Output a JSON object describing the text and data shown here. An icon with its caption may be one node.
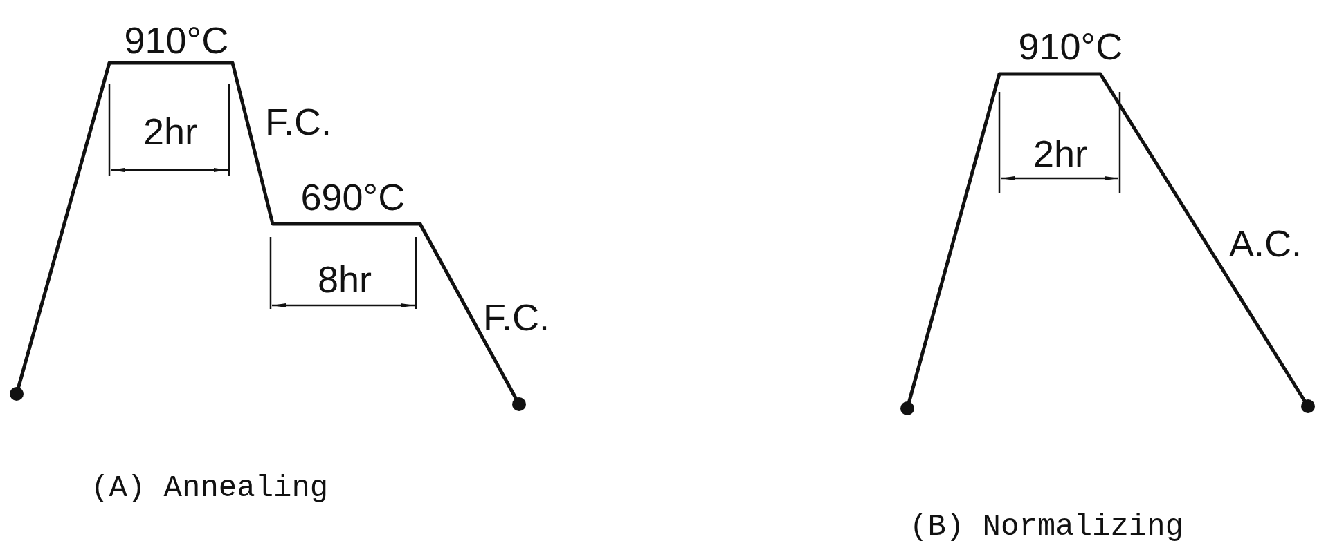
{
  "diagram": {
    "labels": [
      "910°C",
      "2hr",
      "F.C.",
      "690°C",
      "8hr",
      "F.C.",
      "(A) Annealing",
      "910°C",
      "2hr",
      "A.C.",
      "(B) Normalizing"
    ]
  }
}
